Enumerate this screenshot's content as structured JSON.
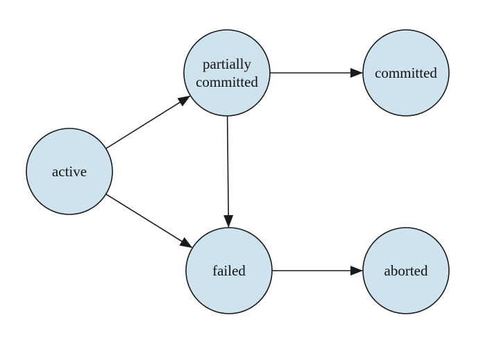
{
  "diagram": {
    "type": "state-transition",
    "colors": {
      "node_fill": "#cfe3ee",
      "stroke": "#1a1a1a",
      "text": "#111111"
    },
    "nodes": [
      {
        "id": "active",
        "label_lines": [
          "active"
        ]
      },
      {
        "id": "partially-committed",
        "label_lines": [
          "partially",
          "committed"
        ]
      },
      {
        "id": "committed",
        "label_lines": [
          "committed"
        ]
      },
      {
        "id": "failed",
        "label_lines": [
          "failed"
        ]
      },
      {
        "id": "aborted",
        "label_lines": [
          "aborted"
        ]
      }
    ],
    "edges": [
      {
        "from": "active",
        "to": "partially-committed"
      },
      {
        "from": "active",
        "to": "failed"
      },
      {
        "from": "partially-committed",
        "to": "committed"
      },
      {
        "from": "partially-committed",
        "to": "failed"
      },
      {
        "from": "failed",
        "to": "aborted"
      }
    ]
  }
}
